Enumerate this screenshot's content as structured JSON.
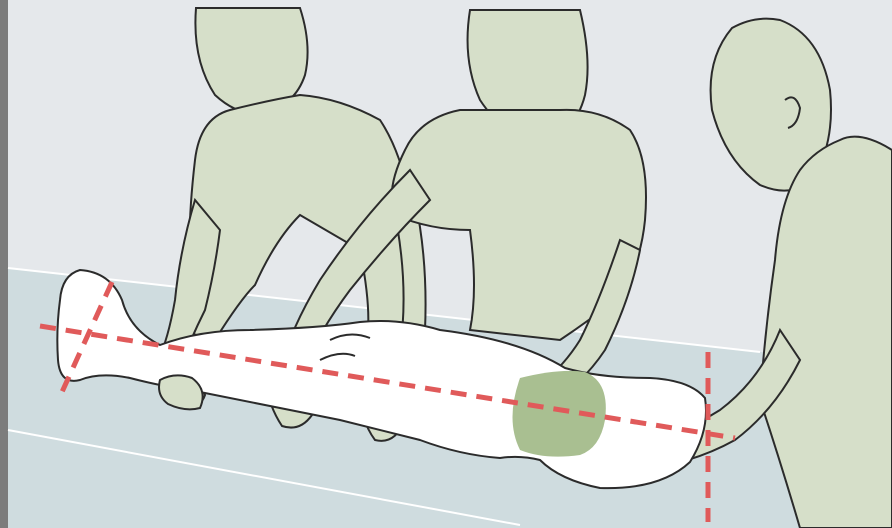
{
  "colors": {
    "background": "#e5e8eb",
    "surface": "#cfdcdf",
    "skin": "#d6dfc9",
    "skin_dark": "#a9bf91",
    "sheet": "#ffffff",
    "outline": "#2b2b2b",
    "guide_line": "#e05a5a"
  },
  "illustration": {
    "subject": "three-rescuers-log-roll-lift",
    "figures": [
      "rescuer-left",
      "rescuer-center",
      "rescuer-right",
      "patient"
    ],
    "guide_lines": [
      "spine-axis-guide",
      "head-guide",
      "pelvis-guide"
    ]
  }
}
